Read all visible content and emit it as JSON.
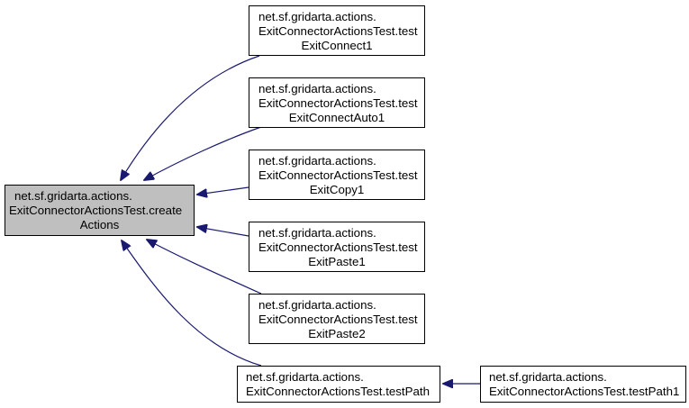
{
  "graph": {
    "edge_color": "#191970",
    "root": {
      "lines": [
        "net.sf.gridarta.actions.",
        "ExitConnectorActionsTest.create",
        "Actions"
      ],
      "fill": "#bfbfbf"
    },
    "callers": [
      {
        "id": "testExitConnect1",
        "lines": [
          "net.sf.gridarta.actions.",
          "ExitConnectorActionsTest.test",
          "ExitConnect1"
        ]
      },
      {
        "id": "testExitConnectAuto1",
        "lines": [
          "net.sf.gridarta.actions.",
          "ExitConnectorActionsTest.test",
          "ExitConnectAuto1"
        ]
      },
      {
        "id": "testExitCopy1",
        "lines": [
          "net.sf.gridarta.actions.",
          "ExitConnectorActionsTest.test",
          "ExitCopy1"
        ]
      },
      {
        "id": "testExitPaste1",
        "lines": [
          "net.sf.gridarta.actions.",
          "ExitConnectorActionsTest.test",
          "ExitPaste1"
        ]
      },
      {
        "id": "testExitPaste2",
        "lines": [
          "net.sf.gridarta.actions.",
          "ExitConnectorActionsTest.test",
          "ExitPaste2"
        ]
      },
      {
        "id": "testPath",
        "lines": [
          "net.sf.gridarta.actions.",
          "ExitConnectorActionsTest.testPath"
        ]
      }
    ],
    "second_level": [
      {
        "id": "testPath1",
        "calls": "testPath",
        "lines": [
          "net.sf.gridarta.actions.",
          "ExitConnectorActionsTest.testPath1"
        ]
      }
    ]
  }
}
